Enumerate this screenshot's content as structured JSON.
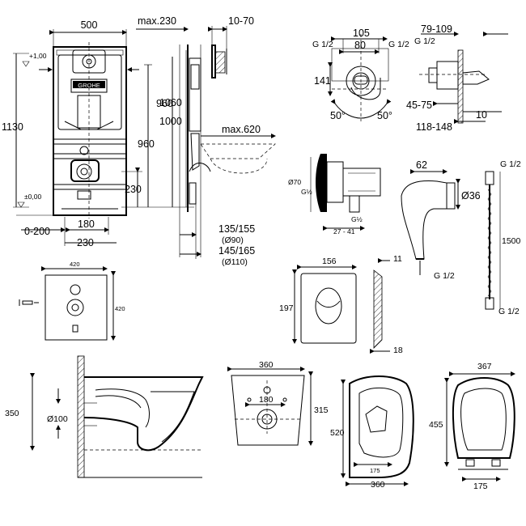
{
  "frame_top": {
    "w500": "500",
    "max230": "max.230",
    "r10_70": "10-70",
    "h1130": "1130",
    "h1060": "1060",
    "h1000": "1000",
    "h960": "960",
    "max620": "max.620",
    "h230": "230",
    "r0_200": "0-200",
    "w180": "180",
    "w230": "230",
    "r135_155": "135/155",
    "d90": "(Ø90)",
    "r145_165": "145/165",
    "d110": "(Ø110)",
    "lvl_plus": "+1,00",
    "lvl_zero": "±0,00",
    "brand": "GROHE"
  },
  "mixer": {
    "w105": "105",
    "w80": "80",
    "g12_left": "G 1/2",
    "g12_right": "G 1/2",
    "h141": "141",
    "a50_left": "50°",
    "a50_right": "50°",
    "r45_75": "45-75",
    "r79_109": "79-109",
    "g12_side": "G 1/2",
    "r118_148": "118-148",
    "w10": "10"
  },
  "elbow": {
    "d70": "Ø70",
    "g12a": "G½",
    "g12b": "G½",
    "r27_41": "27 - 41"
  },
  "spray": {
    "w62": "62",
    "d36": "Ø36",
    "g12": "G 1/2"
  },
  "hose": {
    "g12_top": "G 1/2",
    "len": "1500",
    "g12_bot": "G 1/2"
  },
  "soundpad": {
    "w420": "420",
    "h420": "420"
  },
  "plate": {
    "w156": "156",
    "h197": "197",
    "d11": "11",
    "d18": "18"
  },
  "bowl_side": {
    "h350": "350",
    "d100": "Ø100"
  },
  "bowl_top": {
    "w360": "360",
    "w180": "180",
    "h315": "315"
  },
  "bowl_plan": {
    "h520": "520",
    "w175": "175",
    "w360": "360"
  },
  "seat": {
    "w367": "367",
    "h455": "455",
    "w175": "175"
  }
}
